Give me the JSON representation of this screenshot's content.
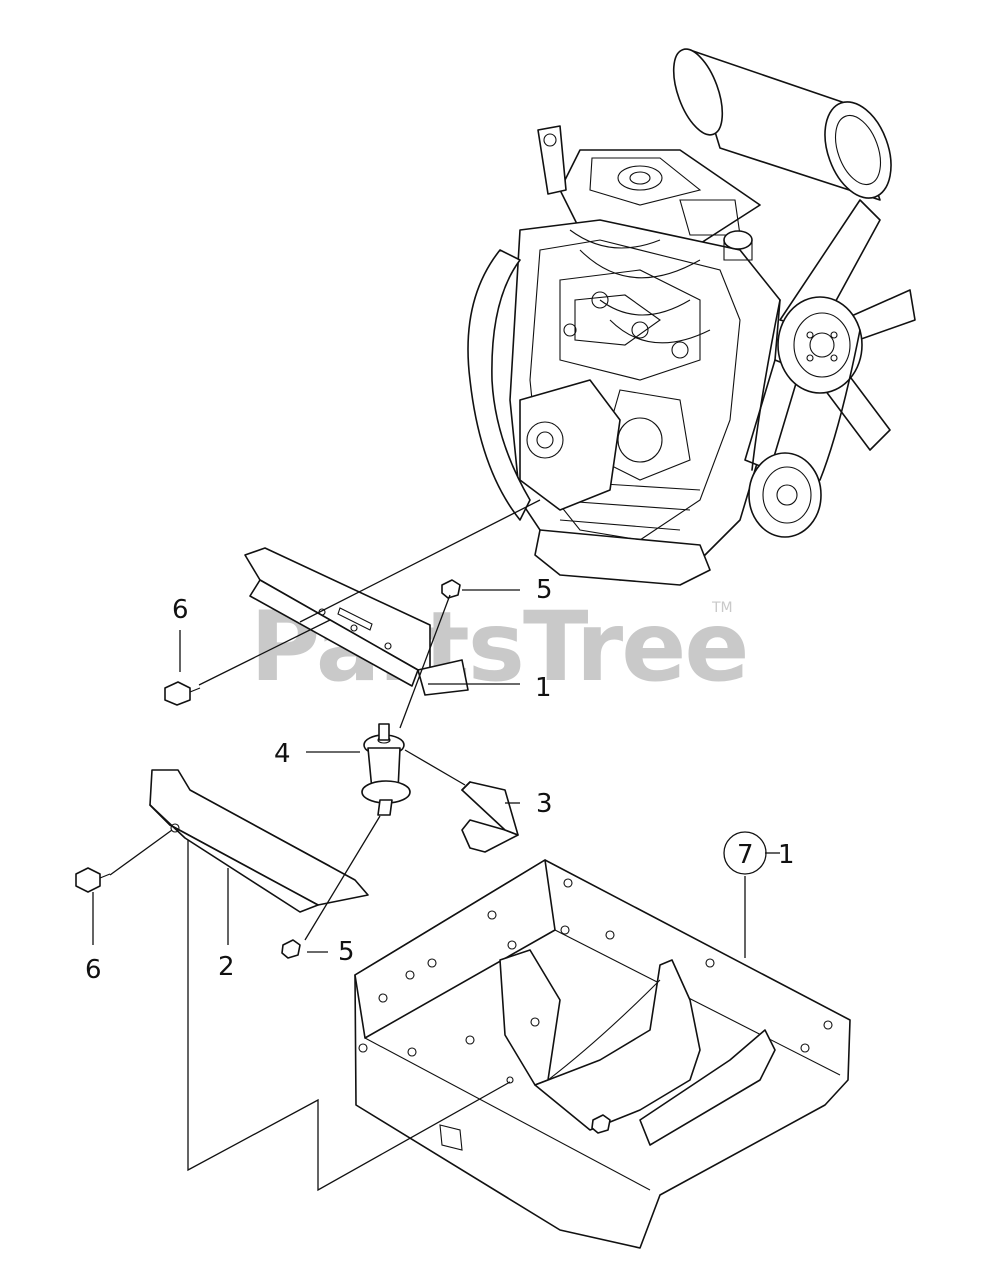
{
  "watermark": {
    "text": "PartsTree",
    "trademark": "TM"
  },
  "callouts": [
    {
      "id": "callout-1-upper-bracket",
      "label": "1"
    },
    {
      "id": "callout-2-lower-bracket",
      "label": "2"
    },
    {
      "id": "callout-3-strap",
      "label": "3"
    },
    {
      "id": "callout-4-isolator",
      "label": "4"
    },
    {
      "id": "callout-5-upper-nut",
      "label": "5"
    },
    {
      "id": "callout-5-lower-nut",
      "label": "5"
    },
    {
      "id": "callout-6-upper-bolt",
      "label": "6"
    },
    {
      "id": "callout-6-lower-bolt",
      "label": "6"
    }
  ],
  "reference": {
    "circle_label": "7",
    "suffix": "1"
  }
}
